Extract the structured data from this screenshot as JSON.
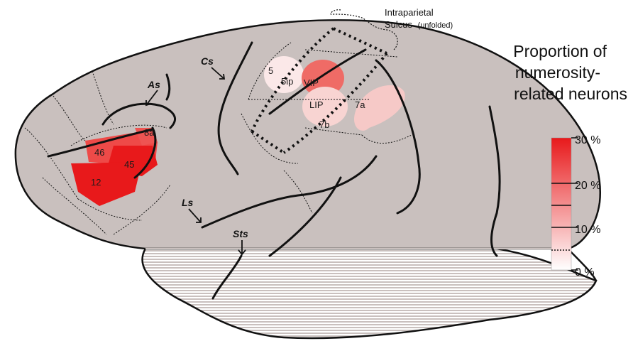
{
  "annotation": {
    "line1": "Intraparietal",
    "line2": "Sulcus",
    "line2_suffix": "(unfolded)"
  },
  "title": {
    "line1": "Proportion of",
    "line2": "numerosity-",
    "line3": "related neurons"
  },
  "sulci": {
    "as": "As",
    "cs": "Cs",
    "ls": "Ls",
    "sts": "Sts"
  },
  "regions": {
    "r5": "5",
    "r5ip": "5ip",
    "vip": "VIP",
    "lip": "LIP",
    "r7a": "7a",
    "r7b": "7b",
    "r8a": "8a",
    "r46": "46",
    "r45": "45",
    "r12": "12"
  },
  "scale": {
    "ticks": [
      "30 %",
      "20 %",
      "10 %",
      "0 %"
    ],
    "color_max": "#e8191b",
    "color_min": "#ffffff"
  },
  "colors": {
    "brain": "#c9c0be",
    "outline": "#111111"
  }
}
